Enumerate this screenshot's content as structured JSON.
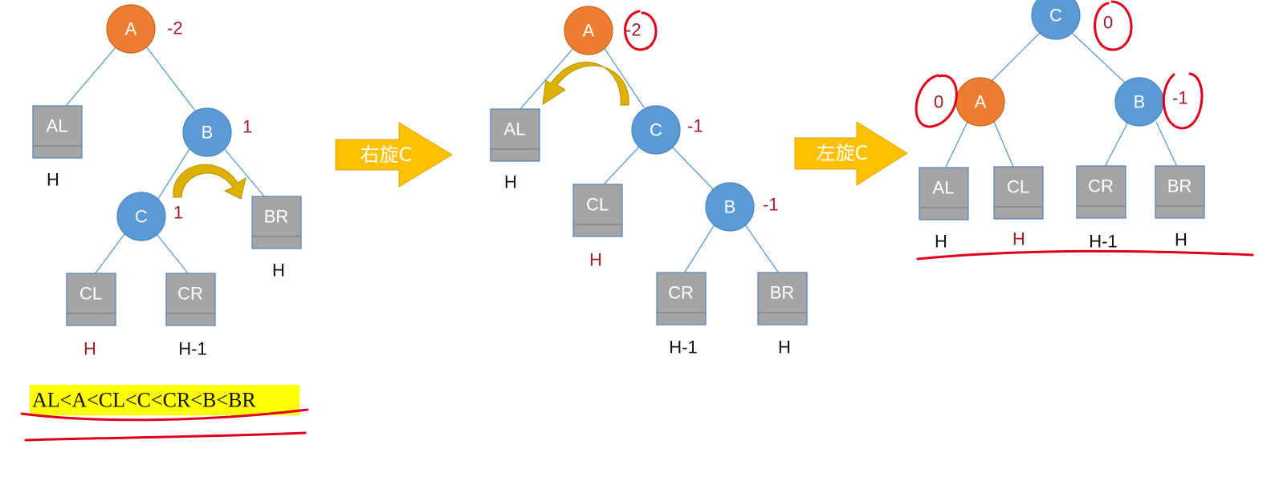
{
  "colors": {
    "blue_node": "#5b9bd5",
    "orange_node": "#ed7d31",
    "leaf_gray": "#a5a5a5",
    "edge_blue": "#5a9bd5",
    "balance_red": "#a01c2c",
    "arrow_yellow": "#ffc000",
    "highlight_yellow": "#ffff00",
    "ink_red": "#e0001b"
  },
  "tree1": {
    "nodeA": {
      "label": "A",
      "bf": "-2"
    },
    "nodeB": {
      "label": "B",
      "bf": "1"
    },
    "nodeC": {
      "label": "C",
      "bf": "1"
    },
    "leafAL": {
      "label": "AL",
      "height": "H"
    },
    "leafBR": {
      "label": "BR",
      "height": "H"
    },
    "leafCL": {
      "label": "CL",
      "height": "H"
    },
    "leafCR": {
      "label": "CR",
      "height": "H-1"
    }
  },
  "arrow1": {
    "label": "右旋C",
    "icon": "right-arrow-icon"
  },
  "tree2": {
    "nodeA": {
      "label": "A",
      "bf": "-2"
    },
    "nodeC": {
      "label": "C",
      "bf": "-1"
    },
    "nodeB": {
      "label": "B",
      "bf": "-1"
    },
    "leafAL": {
      "label": "AL",
      "height": "H"
    },
    "leafCL": {
      "label": "CL",
      "height": "H"
    },
    "leafCR": {
      "label": "CR",
      "height": "H-1"
    },
    "leafBR": {
      "label": "BR",
      "height": "H"
    }
  },
  "arrow2": {
    "label": "左旋C",
    "icon": "right-arrow-icon"
  },
  "tree3": {
    "nodeC": {
      "label": "C",
      "bf": "0"
    },
    "nodeA": {
      "label": "A",
      "bf": "0"
    },
    "nodeB": {
      "label": "B",
      "bf": "-1"
    },
    "leafAL": {
      "label": "AL",
      "height": "H"
    },
    "leafCL": {
      "label": "CL",
      "height": "H"
    },
    "leafCR": {
      "label": "CR",
      "height": "H-1"
    },
    "leafBR": {
      "label": "BR",
      "height": "H"
    }
  },
  "ordering": {
    "text": "AL<A<CL<C<CR<B<BR"
  }
}
